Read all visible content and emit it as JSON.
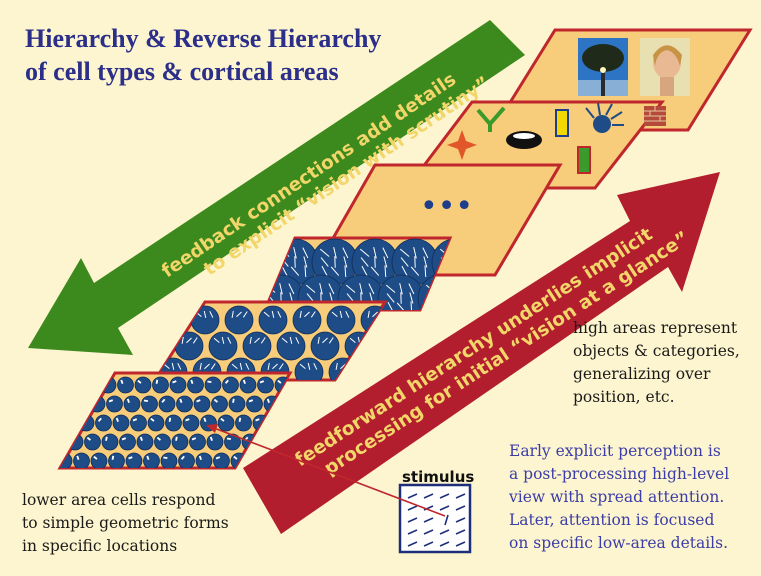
{
  "title": {
    "line1": "Hierarchy & Reverse Hierarchy",
    "line2": "of cell types & cortical areas"
  },
  "arrows": {
    "feedback": {
      "line1": "feedback connections add details",
      "line2": "to explicit “vision with scrutiny”",
      "color": "#3c8a1e",
      "text_color": "#f2d66a"
    },
    "feedforward": {
      "line1": "feedforward hierarchy underlies implicit",
      "line2": "processing for initial “vision at a glance”",
      "color": "#b21e2e",
      "text_color": "#f2d66a"
    }
  },
  "layers": {
    "ellipsis_text": "•••",
    "fill_color": "#f7cc7a",
    "border_color": "#c0272d",
    "cell_color": "#1e4c86"
  },
  "captions": {
    "high_areas": [
      "high areas represent",
      "objects & categories,",
      "generalizing over",
      "position, etc."
    ],
    "lower_areas": [
      "lower area cells respond",
      "to simple geometric forms",
      "in specific locations"
    ],
    "early_perception": [
      "Early explicit perception is",
      "a post-processing high-level",
      "view with spread attention.",
      "Later, attention is focused",
      "on specific low-area details."
    ]
  },
  "stimulus": {
    "label": "stimulus"
  },
  "colors": {
    "background": "#fdf5cf",
    "title": "#2b2f8a",
    "early_caption": "#3b3da8"
  }
}
